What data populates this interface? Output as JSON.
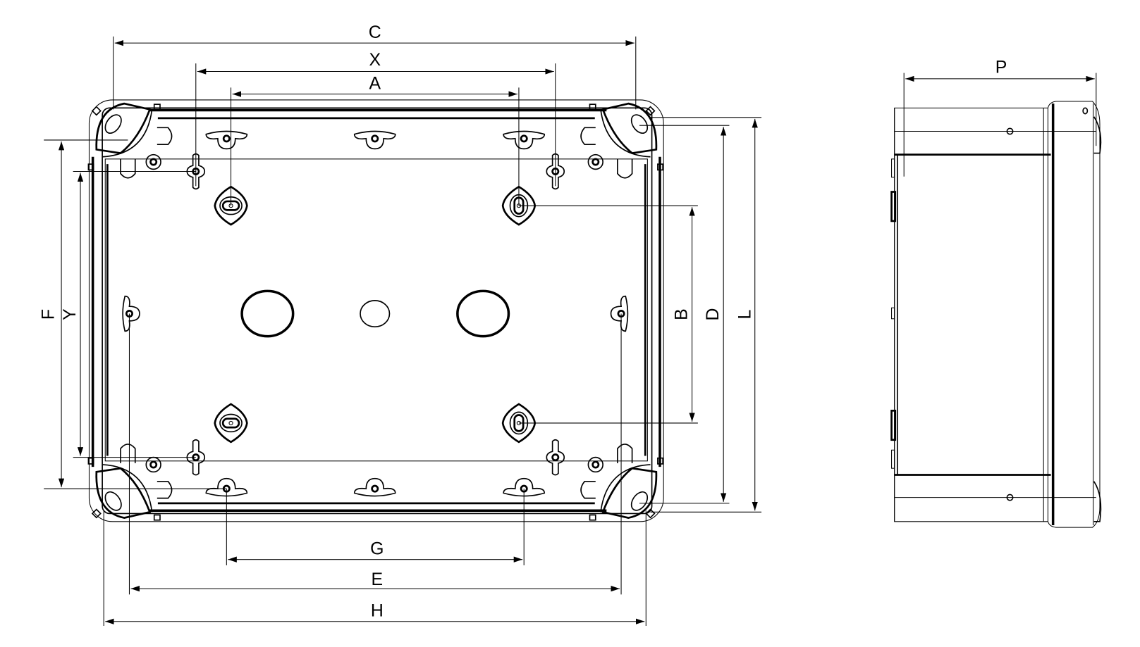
{
  "drawing": {
    "type": "technical enclosure dimension drawing",
    "views": [
      "top view",
      "side view"
    ],
    "line_color": "#000000",
    "background": "#ffffff"
  },
  "dimensions": {
    "C": "C",
    "X": "X",
    "A": "A",
    "G": "G",
    "E": "E",
    "H": "H",
    "F": "F",
    "Y": "Y",
    "B": "B",
    "D": "D",
    "L": "L",
    "P": "P"
  }
}
